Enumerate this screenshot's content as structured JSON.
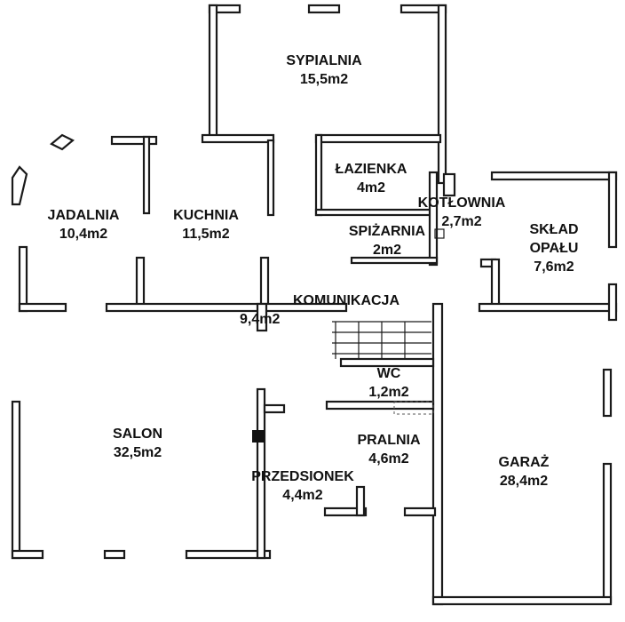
{
  "rooms": [
    {
      "id": "sypialnia",
      "name": "SYPIALNIA",
      "area": "15,5m2"
    },
    {
      "id": "lazienka",
      "name": "ŁAZIENKA",
      "area": "4m2"
    },
    {
      "id": "kotlownia",
      "name": "KOTŁOWNIA",
      "area": "2,7m2"
    },
    {
      "id": "jadalnia",
      "name": "JADALNIA",
      "area": "10,4m2"
    },
    {
      "id": "kuchnia",
      "name": "KUCHNIA",
      "area": "11,5m2"
    },
    {
      "id": "spizarnia",
      "name": "SPIŻARNIA",
      "area": "2m2"
    },
    {
      "id": "sklad-opalu",
      "name": "SKŁAD",
      "name2": "OPAŁU",
      "area": "7,6m2"
    },
    {
      "id": "komunikacja",
      "name": "KOMUNIKACJA",
      "area": "9,4m2"
    },
    {
      "id": "wc",
      "name": "WC",
      "area": "1,2m2"
    },
    {
      "id": "salon",
      "name": "SALON",
      "area": "32,5m2"
    },
    {
      "id": "pralnia",
      "name": "PRALNIA",
      "area": "4,6m2"
    },
    {
      "id": "przedsionek",
      "name": "PRZEDSIONEK",
      "area": "4,4m2"
    },
    {
      "id": "garaz",
      "name": "GARAŻ",
      "area": "28,4m2"
    }
  ]
}
